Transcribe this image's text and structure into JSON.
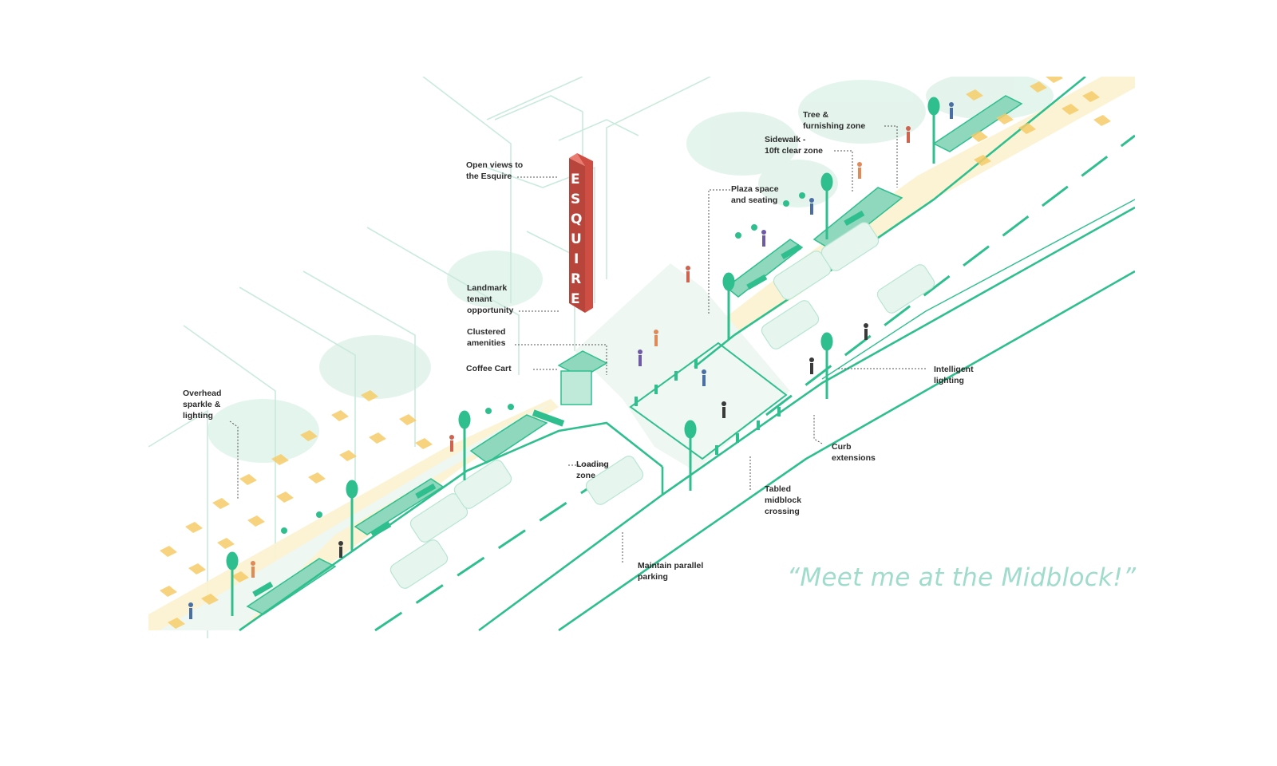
{
  "diagram": {
    "colors": {
      "accent_green": "#2fbf8f",
      "light_green": "#d6efe5",
      "sidewalk_tan": "#fbf2cf",
      "sparkle_gold": "#f7cc69",
      "building_line": "#c9eadd",
      "tree_tint": "#e3f4ed",
      "sign_red": "#e05a4e",
      "quote_color": "#9fdccb"
    },
    "sign": {
      "text": "ESQUIRE",
      "letters": [
        "E",
        "S",
        "Q",
        "U",
        "I",
        "R",
        "E"
      ]
    },
    "labels": {
      "open_views": "Open views to\nthe Esquire",
      "landmark": "Landmark\ntenant\nopportunity",
      "clustered": "Clustered\namenities",
      "coffee_cart": "Coffee Cart",
      "overhead": "Overhead\nsparkle &\nlighting",
      "loading": "Loading\nzone",
      "parallel_parking": "Maintain parallel\nparking",
      "tabled": "Tabled\nmidblock\ncrossing",
      "curb": "Curb\nextensions",
      "intelligent": "Intelligent\nlighting",
      "plaza": "Plaza space\nand seating",
      "sidewalk": "Sidewalk -\n10ft clear zone",
      "tree_zone": "Tree &\nfurnishing zone"
    },
    "quote": "“Meet me at the Midblock!”"
  }
}
